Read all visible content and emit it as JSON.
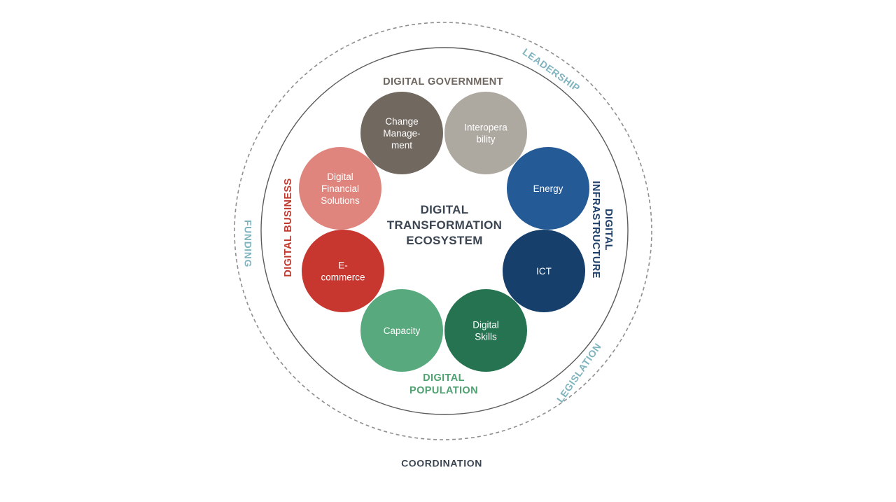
{
  "center": {
    "lines": [
      "DIGITAL",
      "TRANSFORMATION",
      "ECOSYSTEM"
    ]
  },
  "pillars": [
    {
      "id": "government",
      "lines": [
        "DIGITAL GOVERNMENT"
      ],
      "color": "#6f675f"
    },
    {
      "id": "infrastructure",
      "lines": [
        "DIGITAL",
        "INFRASTRUCTURE"
      ],
      "color": "#1d3f6a"
    },
    {
      "id": "population",
      "lines": [
        "DIGITAL",
        "POPULATION"
      ],
      "color": "#4ea272"
    },
    {
      "id": "business",
      "lines": [
        "DIGITAL BUSINESS"
      ],
      "color": "#c0392f"
    }
  ],
  "bubbles": [
    {
      "id": "change-management",
      "lines": [
        "Change",
        "Manage-",
        "ment"
      ],
      "color": "#716860"
    },
    {
      "id": "interoperability",
      "lines": [
        "Interopera",
        "bility"
      ],
      "color": "#ada8a0"
    },
    {
      "id": "energy",
      "lines": [
        "Energy"
      ],
      "color": "#245a96"
    },
    {
      "id": "ict",
      "lines": [
        "ICT"
      ],
      "color": "#163f6b"
    },
    {
      "id": "digital-skills",
      "lines": [
        "Digital",
        "Skills"
      ],
      "color": "#257350"
    },
    {
      "id": "capacity",
      "lines": [
        "Capacity"
      ],
      "color": "#58a97d"
    },
    {
      "id": "e-commerce",
      "lines": [
        "E-",
        "commerce"
      ],
      "color": "#c7372f"
    },
    {
      "id": "digital-financial-solutions",
      "lines": [
        "Digital",
        "Financial",
        "Solutions"
      ],
      "color": "#df857e"
    }
  ],
  "enablers": [
    {
      "id": "leadership",
      "text": "LEADERSHIP",
      "color": "#7fb4bf"
    },
    {
      "id": "legislation",
      "text": "LEGISLATION",
      "color": "#7fb4bf"
    },
    {
      "id": "funding",
      "text": "FUNDING",
      "color": "#7fb4bf"
    },
    {
      "id": "coordination",
      "text": "COORDINATION",
      "color": "#3b4552"
    }
  ]
}
